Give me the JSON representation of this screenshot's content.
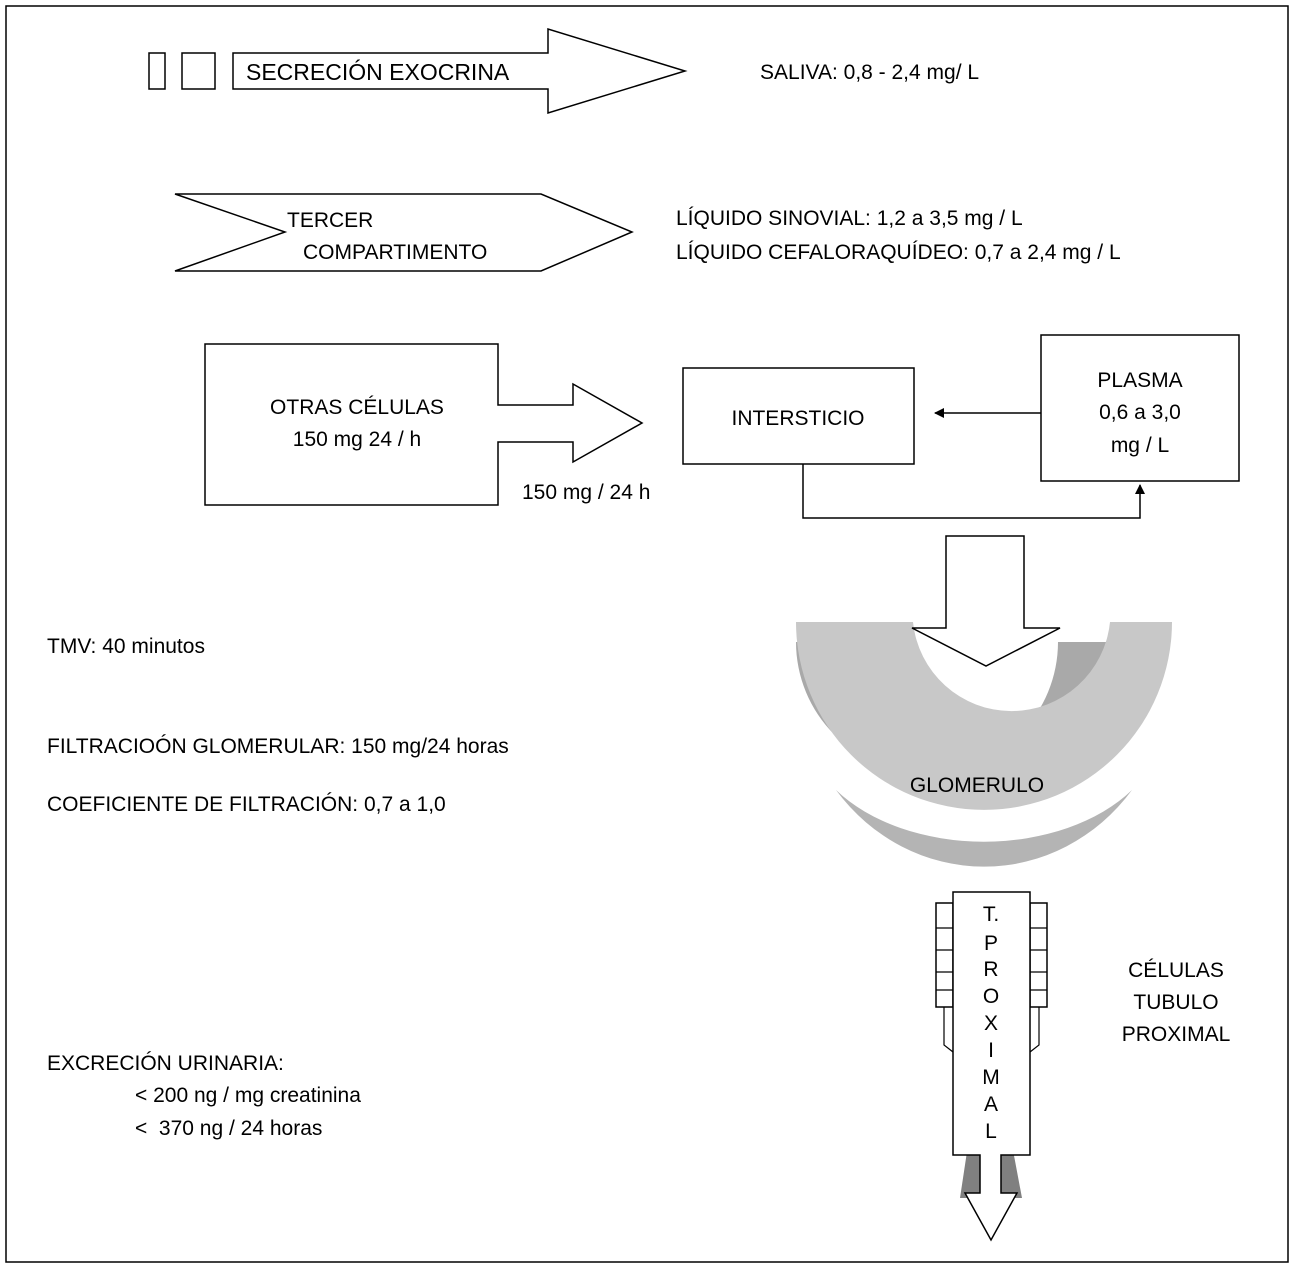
{
  "exocrine": {
    "label": "SECRECIÓN EXOCRINA",
    "value": "SALIVA: 0,8 - 2,4 mg/ L"
  },
  "third_compartment": {
    "label_lines": [
      "TERCER",
      "COMPARTIMENTO"
    ],
    "values": [
      "LÍQUIDO SINOVIAL: 1,2 a 3,5 mg / L",
      "LÍQUIDO CEFALORAQUÍDEO: 0,7 a 2,4 mg / L"
    ]
  },
  "other_cells": {
    "title": "OTRAS CÉLULAS",
    "rate": "150 mg 24 / h",
    "arrow_label": "150 mg / 24 h"
  },
  "interstitium": {
    "label": "INTERSTICIO"
  },
  "plasma": {
    "lines": [
      "PLASMA",
      "0,6 a 3,0",
      "mg / L"
    ]
  },
  "glomerulus": {
    "label": "GLOMERULO"
  },
  "tubule": {
    "letters": [
      "T.",
      "P",
      "R",
      "O",
      "X",
      "I",
      "M",
      "A",
      "L"
    ],
    "side_label": [
      "CÉLULAS",
      "TUBULO",
      "PROXIMAL"
    ]
  },
  "facts": {
    "tmv": "TMV: 40 minutos",
    "filtration": "FILTRACIOÓN GLOMERULAR: 150 mg/24 horas",
    "coefficient": "COEFICIENTE DE FILTRACIÓN: 0,7 a 1,0"
  },
  "excretion": {
    "title": "EXCRECIÓN URINARIA:",
    "lines": [
      "< 200 ng / mg creatinina",
      "<  370 ng / 24 horas"
    ]
  },
  "colors": {
    "glomerulus_fill": "#c8c8c8",
    "glomerulus_shadow": "#a9a9a9",
    "tip_shadow": "#808080"
  }
}
